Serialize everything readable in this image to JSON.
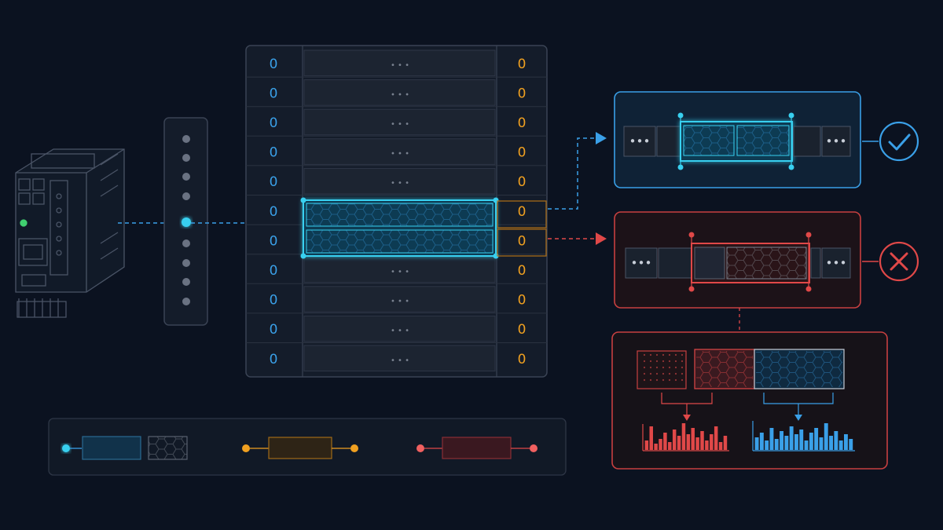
{
  "table": {
    "left_values": [
      "0",
      "0",
      "0",
      "0",
      "0",
      "0",
      "0",
      "0",
      "0",
      "0",
      "0"
    ],
    "right_values": [
      "0",
      "0",
      "0",
      "0",
      "0",
      "0",
      "0",
      "0",
      "0",
      "0",
      "0"
    ],
    "ellipsis": "• • •",
    "highlight_rows": [
      5,
      6
    ]
  },
  "panels": {
    "valid": {
      "left_cell": "•••",
      "right_cell": "•••",
      "status_icon": "check-circle-icon"
    },
    "invalid": {
      "left_cell": "•••",
      "right_cell": "•••",
      "status_icon": "x-circle-icon"
    }
  },
  "histograms": {
    "red": [
      12,
      30,
      8,
      14,
      22,
      10,
      26,
      18,
      34,
      20,
      28,
      16,
      24,
      12,
      20,
      30,
      10,
      18
    ],
    "blue": [
      16,
      22,
      12,
      28,
      14,
      24,
      18,
      30,
      20,
      26,
      12,
      22,
      28,
      16,
      34,
      18,
      24,
      12,
      20,
      14
    ]
  },
  "colors": {
    "background": "#0b1220",
    "panel_border": "#3a4354",
    "blue": "#3aa0e8",
    "cyan": "#38d0f0",
    "orange": "#f0a020",
    "red": "#e04848",
    "grey": "#8a909a"
  }
}
